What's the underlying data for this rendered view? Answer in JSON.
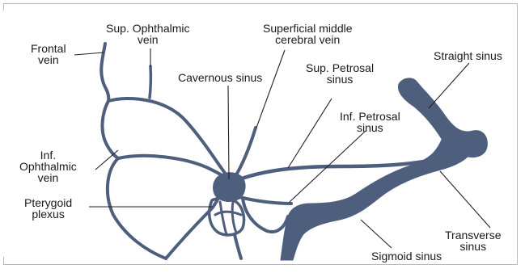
{
  "labels": {
    "frontal_vein": [
      "Frontal",
      "vein"
    ],
    "sup_ophthalmic_vein": [
      "Sup. Ophthalmic",
      "vein"
    ],
    "superficial_middle_cerebral_vein": [
      "Superficial middle",
      "cerebral vein"
    ],
    "cavernous_sinus": [
      "Cavernous sinus"
    ],
    "sup_petrosal_sinus": [
      "Sup. Petrosal",
      "sinus"
    ],
    "straight_sinus": [
      "Straight sinus"
    ],
    "inf_petrosal_sinus": [
      "Inf. Petrosal",
      "sinus"
    ],
    "inf_ophthalmic_vein": [
      "Inf.",
      "Ophthalmic",
      "vein"
    ],
    "pterygoid_plexus": [
      "Pterygoid",
      "plexus"
    ],
    "transverse_sinus": [
      "Transverse",
      "sinus"
    ],
    "sigmoid_sinus": [
      "Sigmoid sinus"
    ]
  },
  "colors": {
    "vessel": "#4e5f7e",
    "leader": "#222222",
    "text": "#1a1a1a",
    "frame": "#b9b9b9"
  }
}
